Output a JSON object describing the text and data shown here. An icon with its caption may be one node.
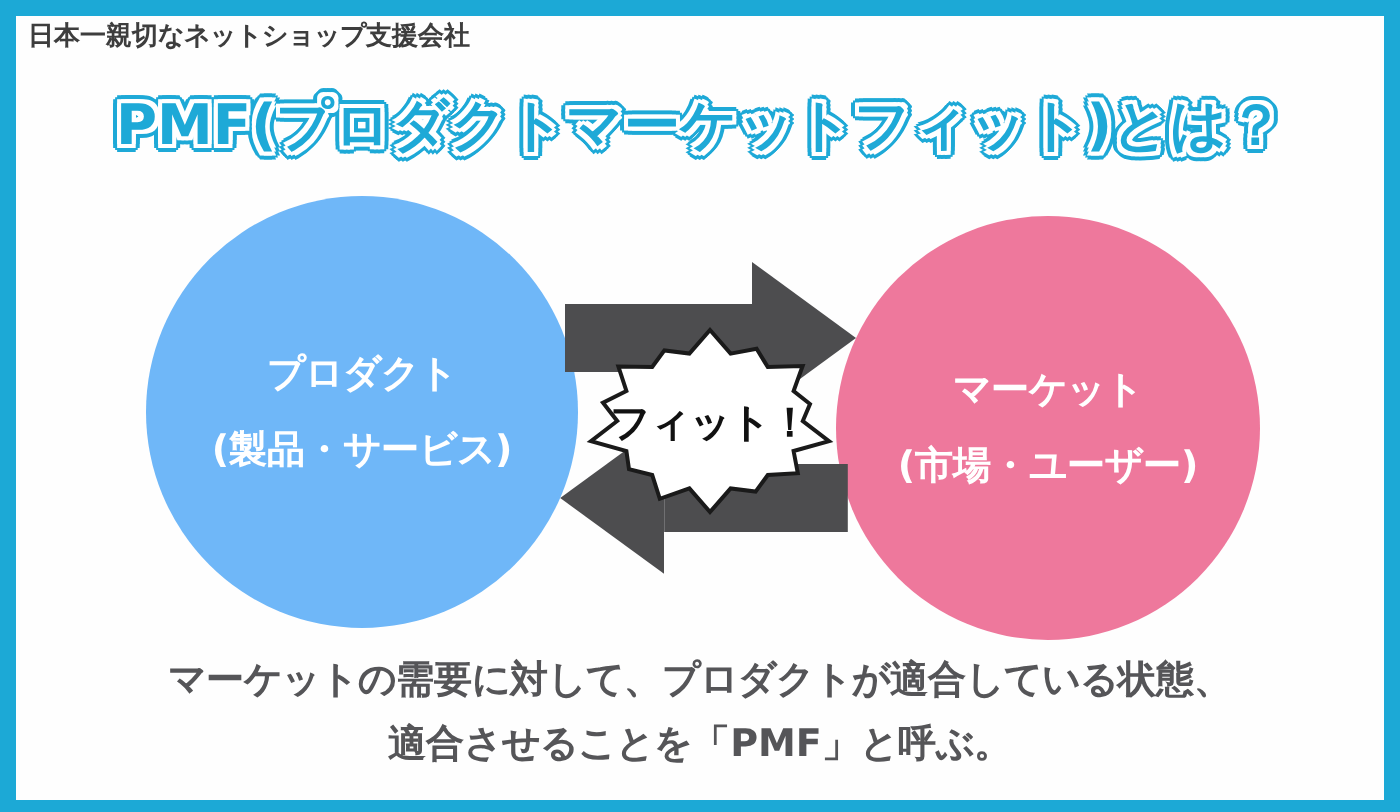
{
  "diagram": {
    "title": "PMF(プロダクトマーケットフィット)とは？",
    "caption": "マーケットの需要に対して、プロダクトが適合している状態、適合させることを「PMF」と呼ぶ。",
    "nodes": [
      {
        "text": [
          "プロダクト",
          "(製品・サービス)"
        ]
      },
      {
        "text": [
          "マーケット",
          "(市場・ユーザー)"
        ]
      },
      {
        "text": [
          "フィット！"
        ]
      }
    ],
    "edges": [
      {
        "from": 0,
        "to": 1,
        "arrow": "to"
      },
      {
        "from": 1,
        "to": 0,
        "arrow": "to"
      }
    ],
    "labels": [
      "日本一親切なネットショップ支援会社"
    ]
  }
}
